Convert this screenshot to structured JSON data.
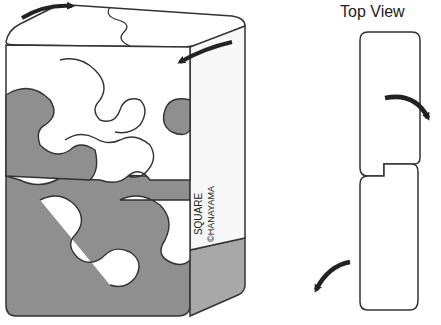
{
  "diagram": {
    "labels": [
      "Top View",
      "SQUARE",
      "©HANAYAMA"
    ]
  }
}
